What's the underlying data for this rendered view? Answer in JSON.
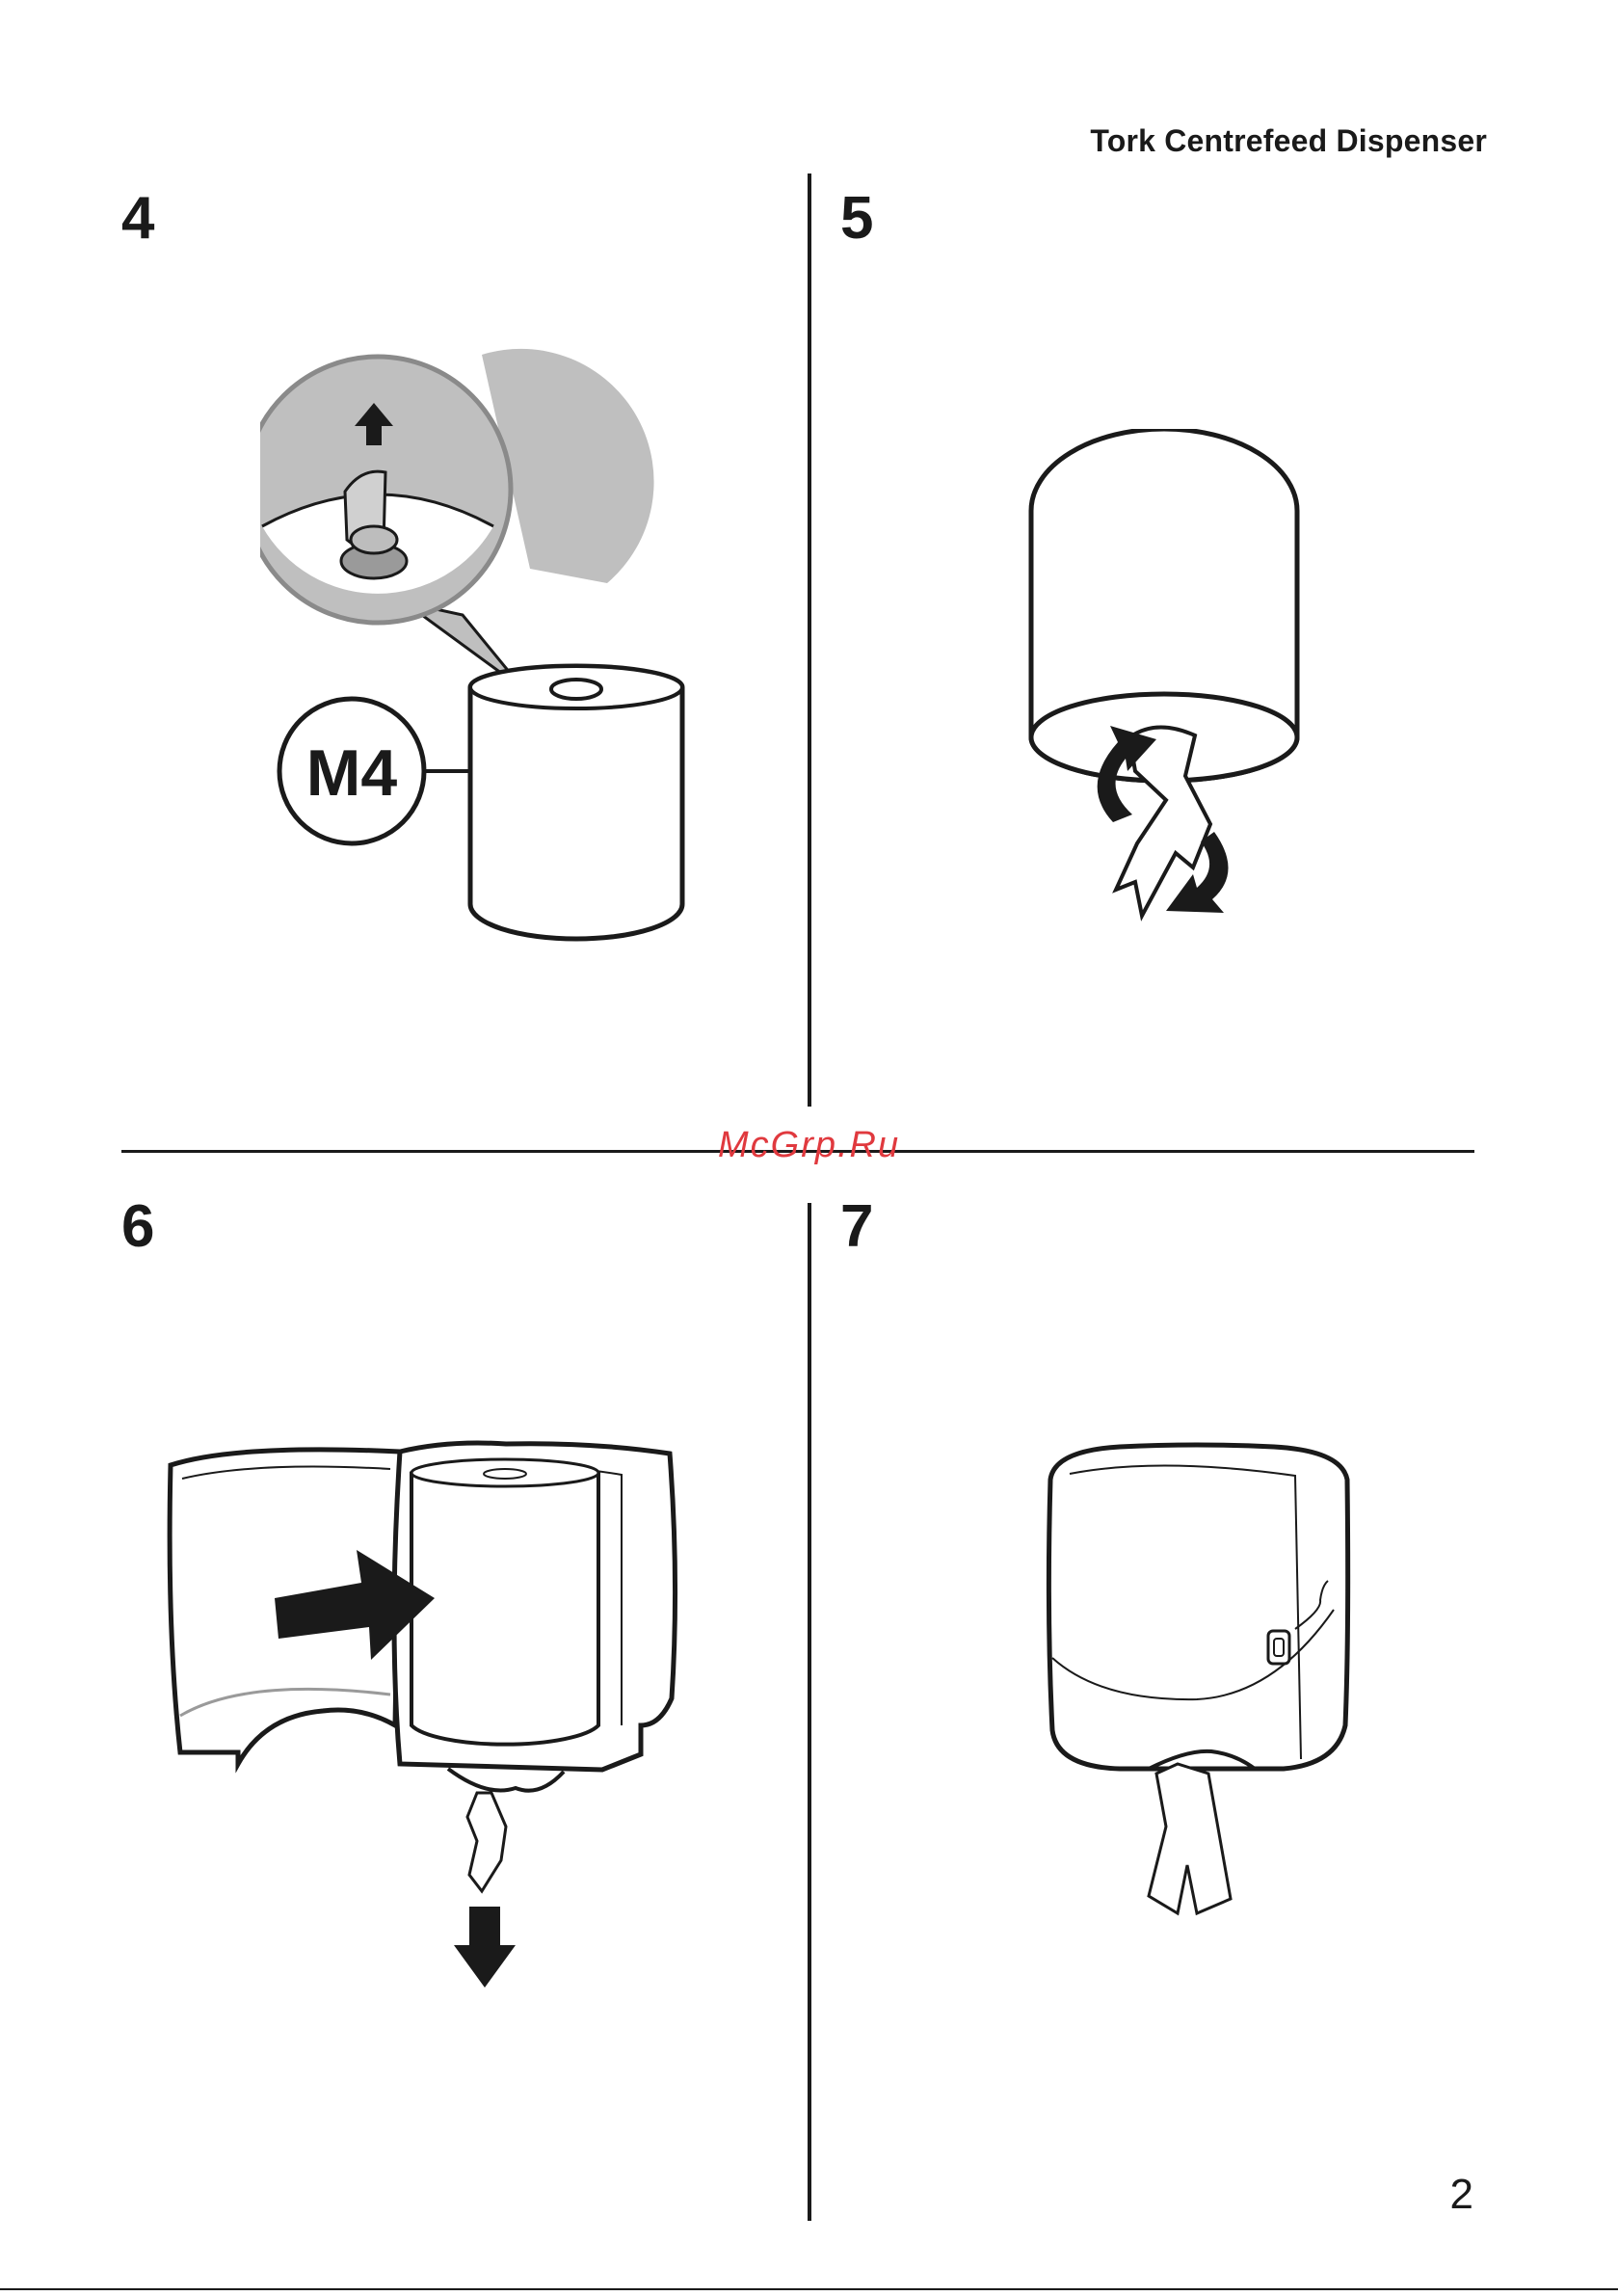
{
  "header": {
    "title": "Tork Centrefeed Dispenser"
  },
  "steps": [
    {
      "number": "4",
      "badge": "M4"
    },
    {
      "number": "5"
    },
    {
      "number": "6"
    },
    {
      "number": "7"
    }
  ],
  "watermark": "McGrp.Ru",
  "footer": {
    "page_number": "2"
  },
  "colors": {
    "ink": "#1a1a1a",
    "magnifier_fill": "#bfbfbf",
    "watermark": "#e0393e"
  },
  "icons": [
    "arrow-up-icon",
    "rotate-arrows-icon",
    "push-arrow-icon",
    "arrow-down-icon"
  ]
}
